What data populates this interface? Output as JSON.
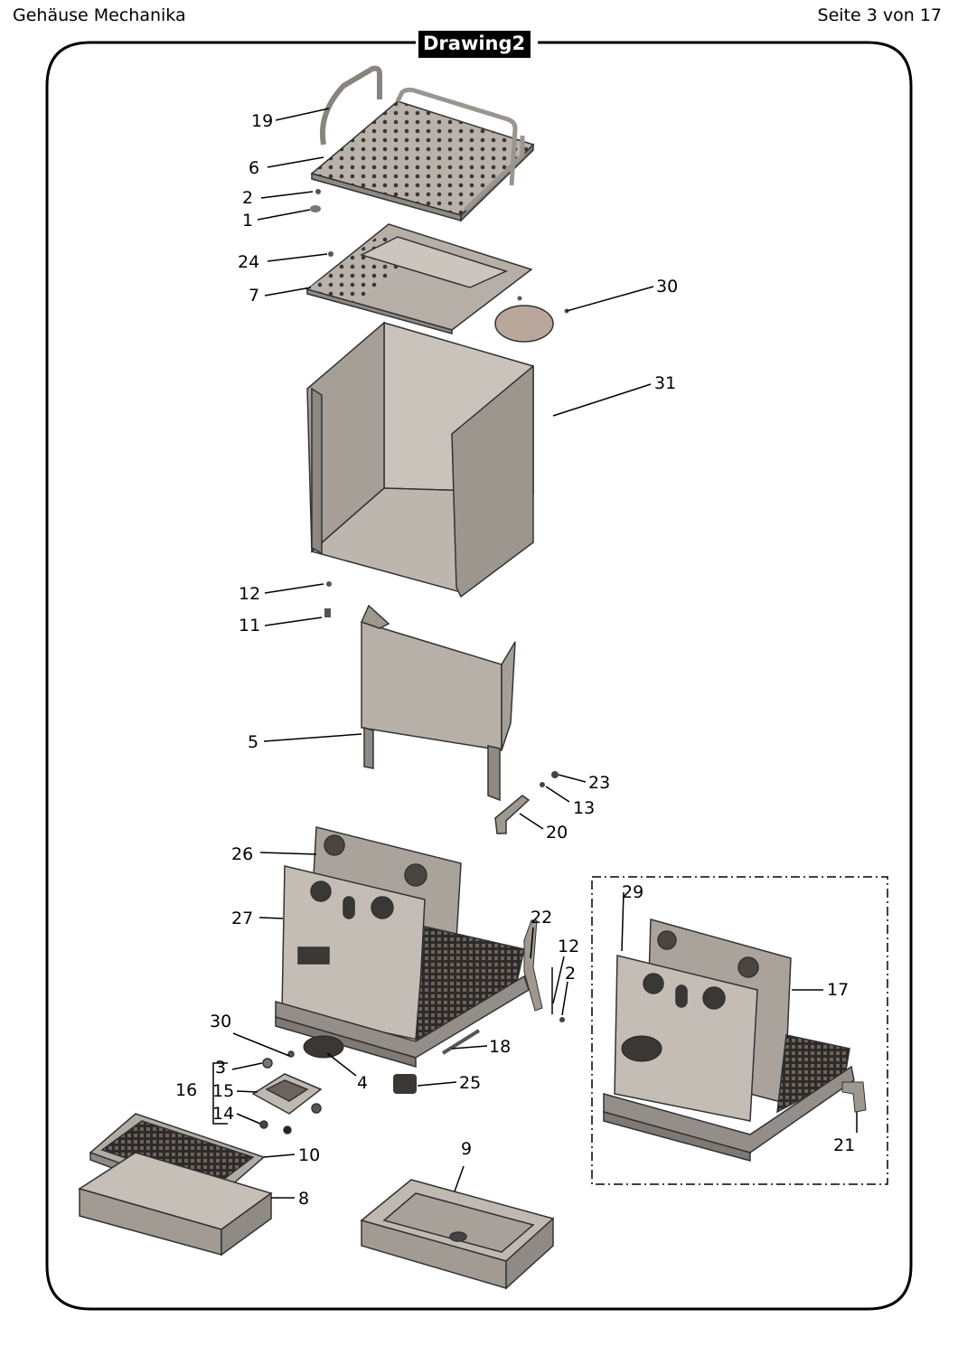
{
  "header": {
    "title": "Gehäuse Mechanika",
    "page": "Seite 3 von 17",
    "drawing": "Drawing2"
  },
  "callouts": [
    "19",
    "6",
    "2",
    "1",
    "24",
    "7",
    "30",
    "31",
    "12",
    "11",
    "5",
    "23",
    "13",
    "20",
    "26",
    "27",
    "22",
    "12",
    "2",
    "29",
    "17",
    "30",
    "3",
    "16",
    "15",
    "14",
    "4",
    "18",
    "25",
    "21",
    "10",
    "8",
    "9"
  ]
}
